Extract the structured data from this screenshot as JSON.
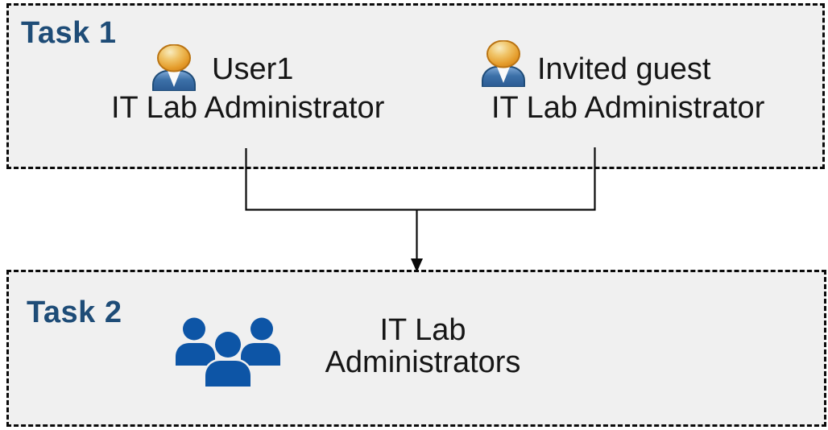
{
  "task1": {
    "label": "Task 1",
    "users": [
      {
        "name": "User1",
        "role": "IT Lab Administrator",
        "icon": "person-icon"
      },
      {
        "name": "Invited guest",
        "role": "IT Lab Administrator",
        "icon": "person-icon"
      }
    ]
  },
  "task2": {
    "label": "Task 2",
    "group": {
      "icon": "people-group-icon",
      "lines": [
        "IT Lab",
        "Administrators"
      ]
    }
  },
  "connector": {
    "icon": "merge-arrow"
  },
  "colors": {
    "heading_navy": "#1E4C77",
    "body_text": "#161616",
    "box_background": "#F0F0F0",
    "box_border": "#0A0A0A",
    "connector_line": "#0A0A0A",
    "group_icon_blue": "#0D55A6",
    "person_head_orange": "#EBA93E",
    "person_body_blue": "#3C70A8"
  }
}
